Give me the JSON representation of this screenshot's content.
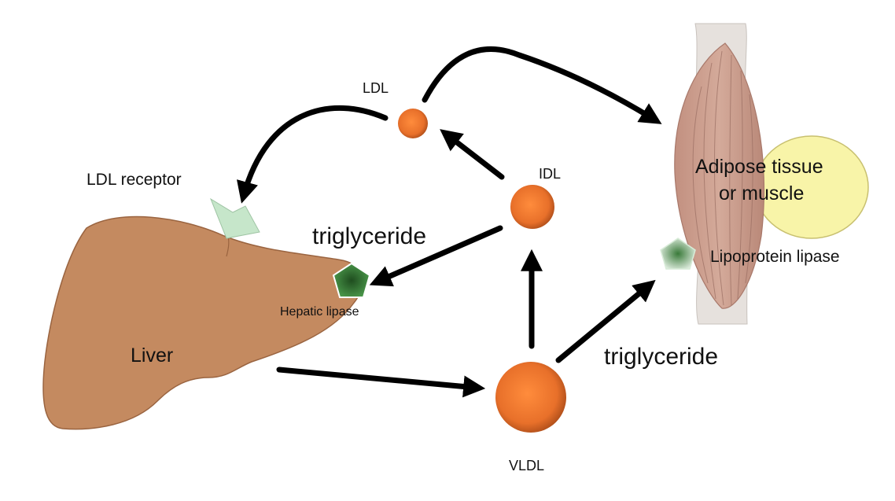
{
  "labels": {
    "ldl": "LDL",
    "idl": "IDL",
    "vldl": "VLDL",
    "ldl_receptor": "LDL receptor",
    "triglyceride_top": "triglyceride",
    "triglyceride_bottom": "triglyceride",
    "hepatic_lipase": "Hepatic lipase",
    "lipoprotein_lipase": "Lipoprotein lipase",
    "liver": "Liver",
    "adipose_line1": "Adipose tissue",
    "adipose_line2": "or muscle"
  },
  "colors": {
    "liver": "#c48a60",
    "liver_stroke": "#9a6440",
    "particle": "#e8702a",
    "adipose": "#f8f4a8",
    "muscle": "#c9998a",
    "arrow": "#000000",
    "receptor": "#bfe3c4",
    "hepatic_lipase": "#3f8f3f"
  }
}
